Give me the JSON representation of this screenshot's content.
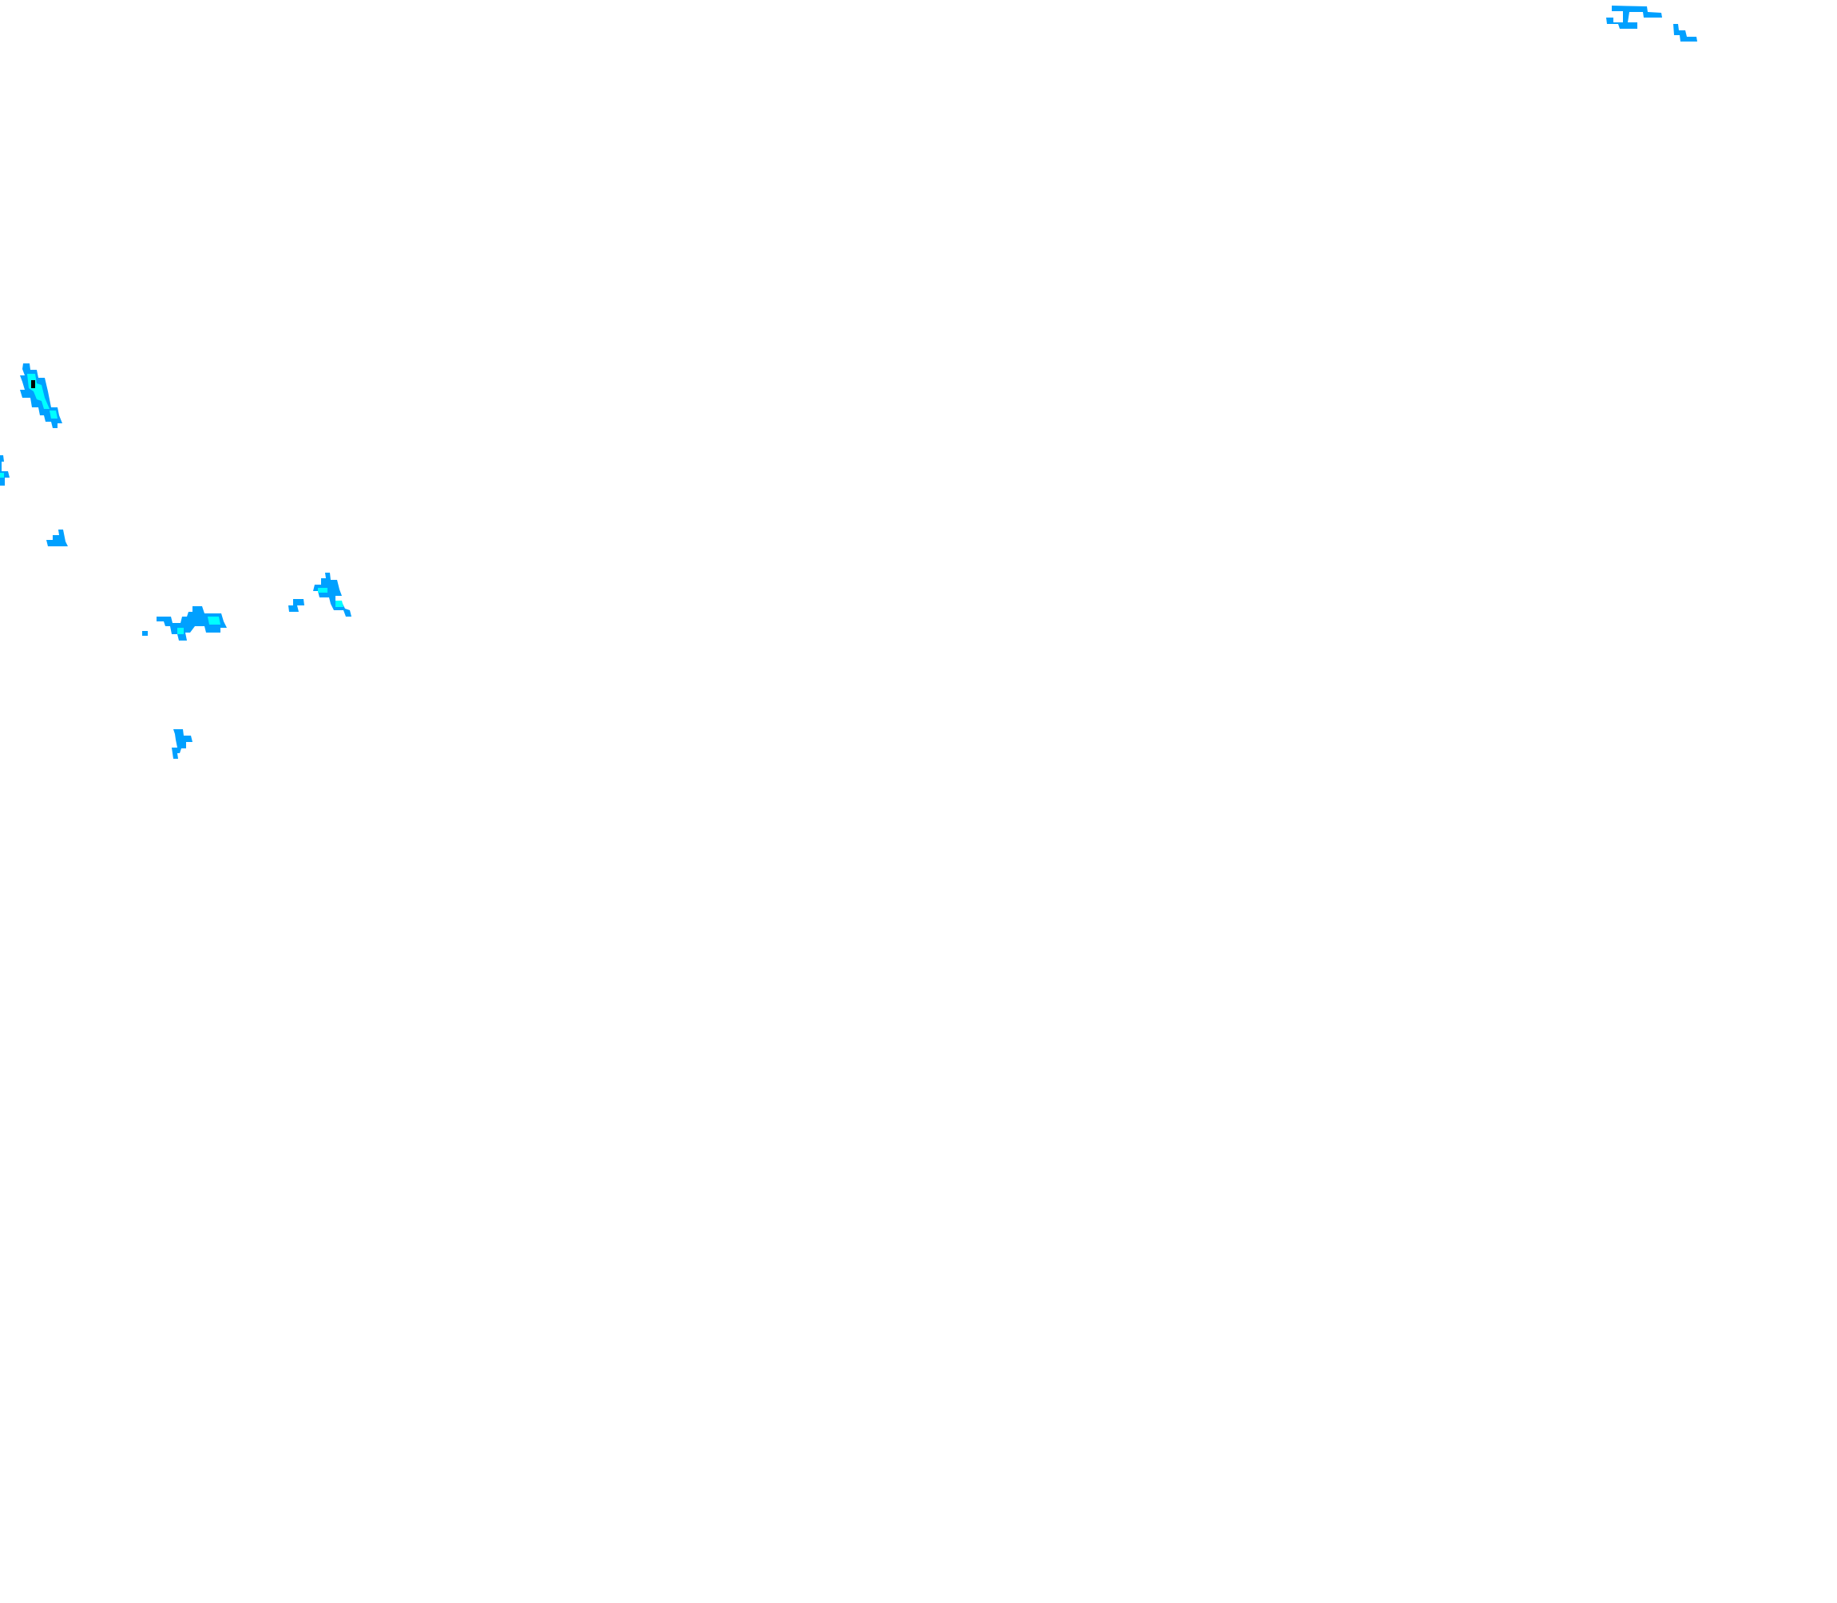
{
  "map": {
    "colors": {
      "background": "#ffffff",
      "blue": "#00a0ff",
      "cyan": "#00ffff",
      "black": "#000000"
    },
    "layers": [
      {
        "name": "echo-cell-top-right-a",
        "color_key": "blue"
      },
      {
        "name": "echo-cell-top-right-b",
        "color_key": "blue"
      },
      {
        "name": "echo-cell-left-upper",
        "color_key": "cyan"
      },
      {
        "name": "echo-cell-left-edge",
        "color_key": "blue"
      },
      {
        "name": "echo-cell-left-small",
        "color_key": "blue"
      },
      {
        "name": "echo-cell-center-left",
        "color_key": "blue"
      },
      {
        "name": "echo-cell-center",
        "color_key": "blue"
      },
      {
        "name": "echo-cell-lower-left",
        "color_key": "blue"
      }
    ]
  }
}
